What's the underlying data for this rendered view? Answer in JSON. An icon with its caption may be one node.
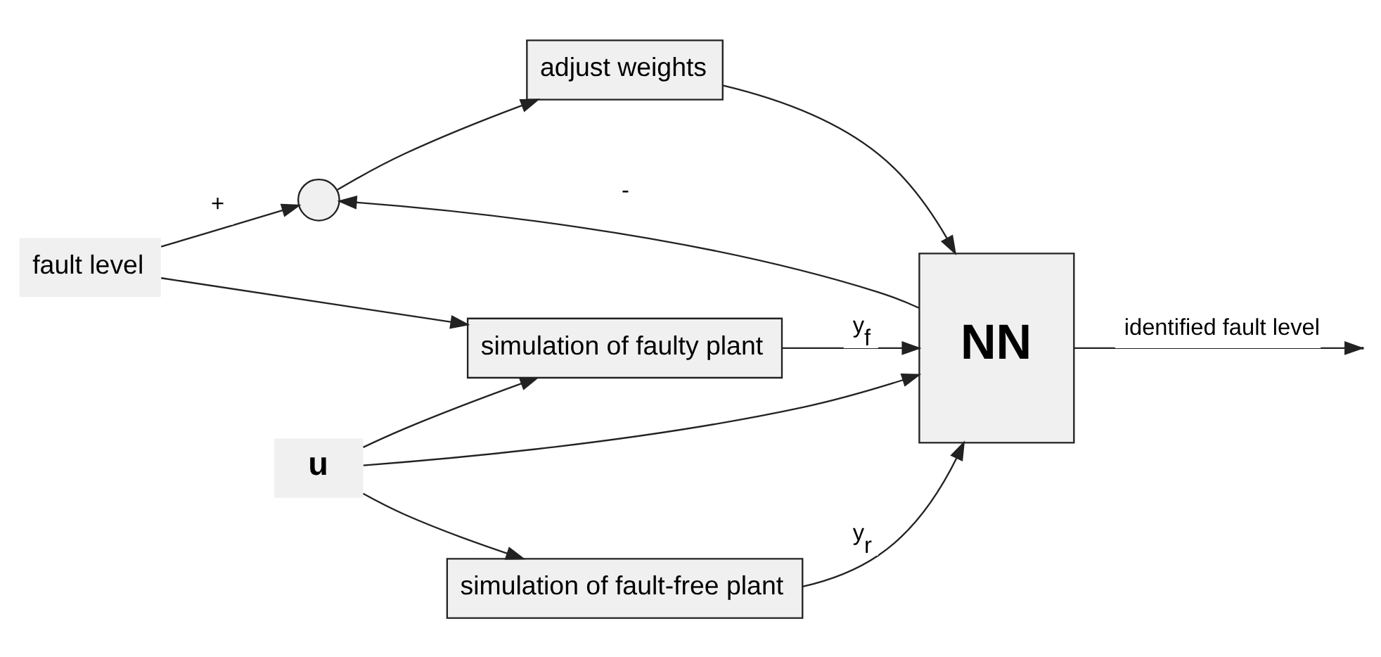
{
  "diagram": {
    "nodes": [
      {
        "text": [
          "fault level"
        ]
      },
      {
        "text": [],
        "shape": "circle"
      },
      {
        "text": [
          "adjust weights"
        ]
      },
      {
        "text": [
          "u"
        ]
      },
      {
        "text": [
          "simulation of faulty plant"
        ]
      },
      {
        "text": [
          "NN"
        ]
      },
      {
        "text": [
          "simulation of fault-free plant"
        ]
      }
    ],
    "edges": [
      {
        "from": 0,
        "to": 1,
        "arrow": "to",
        "label": "+"
      },
      {
        "from": 0,
        "to": 4,
        "arrow": "to"
      },
      {
        "from": 1,
        "to": 2,
        "arrow": "to"
      },
      {
        "from": 2,
        "to": 5,
        "arrow": "to"
      },
      {
        "from": 3,
        "to": 4,
        "arrow": "to"
      },
      {
        "from": 3,
        "to": 5,
        "arrow": "to"
      },
      {
        "from": 3,
        "to": 6,
        "arrow": "to"
      },
      {
        "from": 4,
        "to": 5,
        "arrow": "to",
        "label": "y$_{f}$"
      },
      {
        "from": 6,
        "to": 5,
        "arrow": "to",
        "label": "y$_{r}$"
      },
      {
        "from": 5,
        "to": 1,
        "arrow": "to",
        "label": "-"
      },
      {
        "from": 5,
        "to": null,
        "arrow": "to",
        "label": "identified fault level"
      }
    ]
  }
}
